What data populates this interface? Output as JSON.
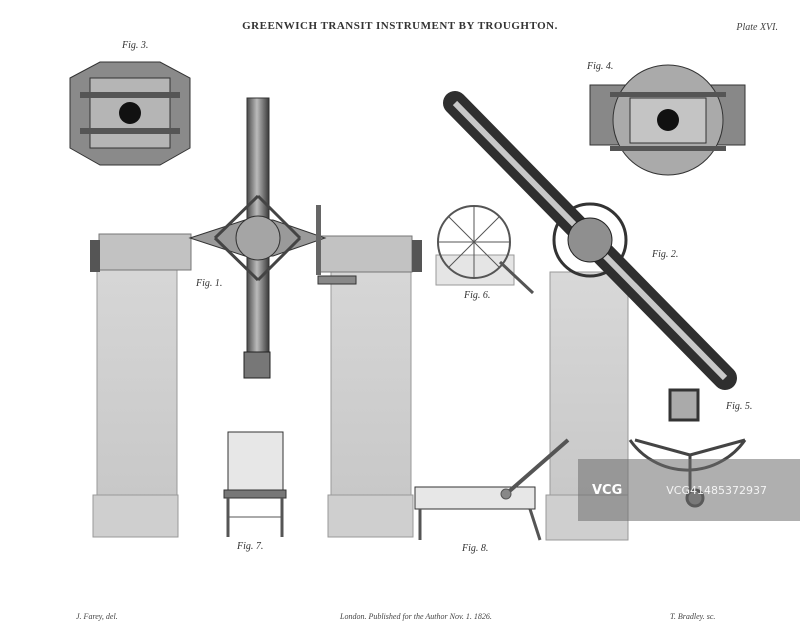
{
  "header": {
    "title": "GREENWICH TRANSIT INSTRUMENT BY TROUGHTON.",
    "plate": "Plate XVI."
  },
  "figures": {
    "fig1": "Fig. 1.",
    "fig2": "Fig. 2.",
    "fig3": "Fig. 3.",
    "fig4": "Fig. 4.",
    "fig5": "Fig. 5.",
    "fig6": "Fig. 6.",
    "fig7": "Fig. 7.",
    "fig8": "Fig. 8."
  },
  "footer": {
    "left": "J. Farey, del.",
    "center": "London. Published for the Author Nov. 1. 1826.",
    "right": "T. Bradley. sc."
  },
  "watermark": {
    "logo": "VCG",
    "text": "VCG41485372937"
  }
}
